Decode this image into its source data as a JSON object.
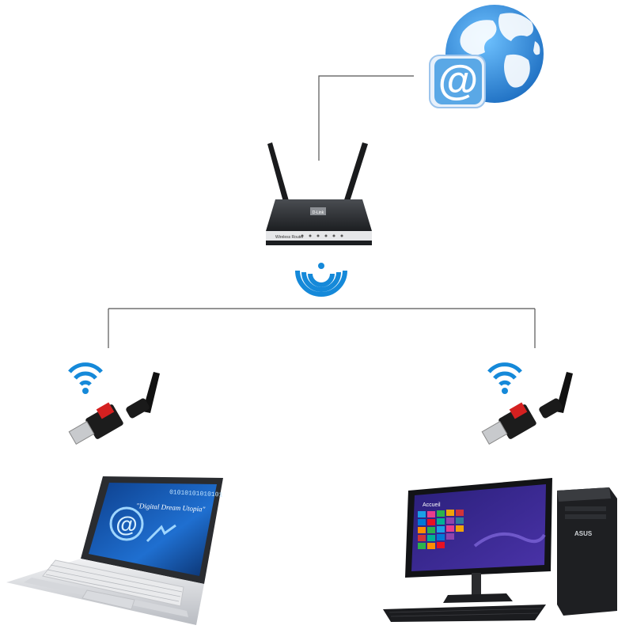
{
  "diagram": {
    "nodes": [
      {
        "id": "internet",
        "icon": "globe-email-icon"
      },
      {
        "id": "router",
        "icon": "wireless-router-icon"
      },
      {
        "id": "adapter-left",
        "icon": "usb-wifi-adapter-icon"
      },
      {
        "id": "adapter-right",
        "icon": "usb-wifi-adapter-icon"
      },
      {
        "id": "laptop",
        "icon": "laptop-icon"
      },
      {
        "id": "desktop",
        "icon": "desktop-pc-icon"
      }
    ],
    "edges": [
      {
        "from": "internet",
        "to": "router",
        "style": "wired"
      },
      {
        "from": "router",
        "to": "adapter-left",
        "style": "wireless"
      },
      {
        "from": "router",
        "to": "adapter-right",
        "style": "wireless"
      }
    ]
  },
  "laptop_screen": {
    "binary_text": "01010101010101",
    "slogan": "\"Digital Dream Utopia\""
  },
  "desktop_screen": {
    "start_label": "Accueil"
  },
  "router_panel": {
    "brand": "D-Link",
    "model": "Wireless Router"
  },
  "pc_case": {
    "brand": "ASUS"
  },
  "colors": {
    "line": "#555555",
    "wifi": "#1589d9",
    "globe": "#2e86d6",
    "router_body": "#2b2d30",
    "screen_blue": "#1f5fb8",
    "screen_purple": "#3a2a8c"
  }
}
